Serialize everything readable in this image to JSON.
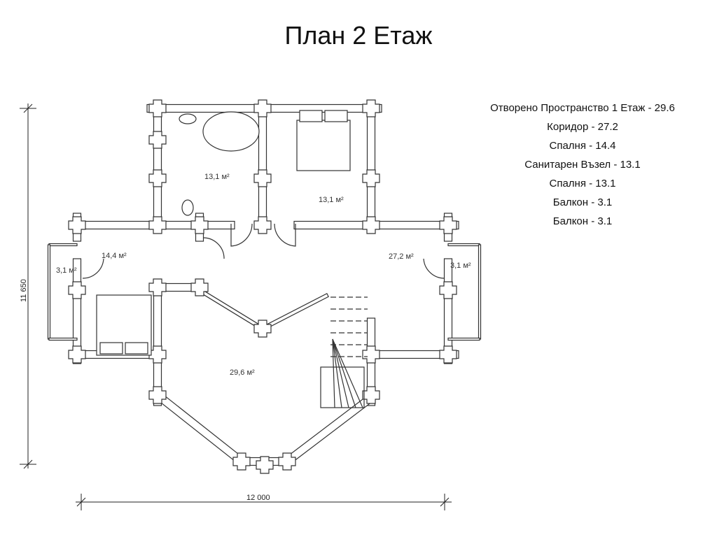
{
  "title": "План 2 Етаж",
  "legend": [
    "Отворено Пространство 1 Етаж - 29.6",
    "Коридор - 27.2",
    "Спалня - 14.4",
    "Санитарен Възел - 13.1",
    "Спалня - 13.1",
    "Балкон - 3.1",
    "Балкон - 3.1"
  ],
  "plan": {
    "rooms": {
      "bathroom": "13,1 м²",
      "bedroom_top": "13,1 м²",
      "bedroom_left": "14,4 м²",
      "balcony_left": "3,1 м²",
      "corridor": "27,2 м²",
      "balcony_right": "3,1 м²",
      "open_space": "29,6 м²"
    },
    "dimensions": {
      "height": "11 650",
      "width": "12 000"
    }
  }
}
